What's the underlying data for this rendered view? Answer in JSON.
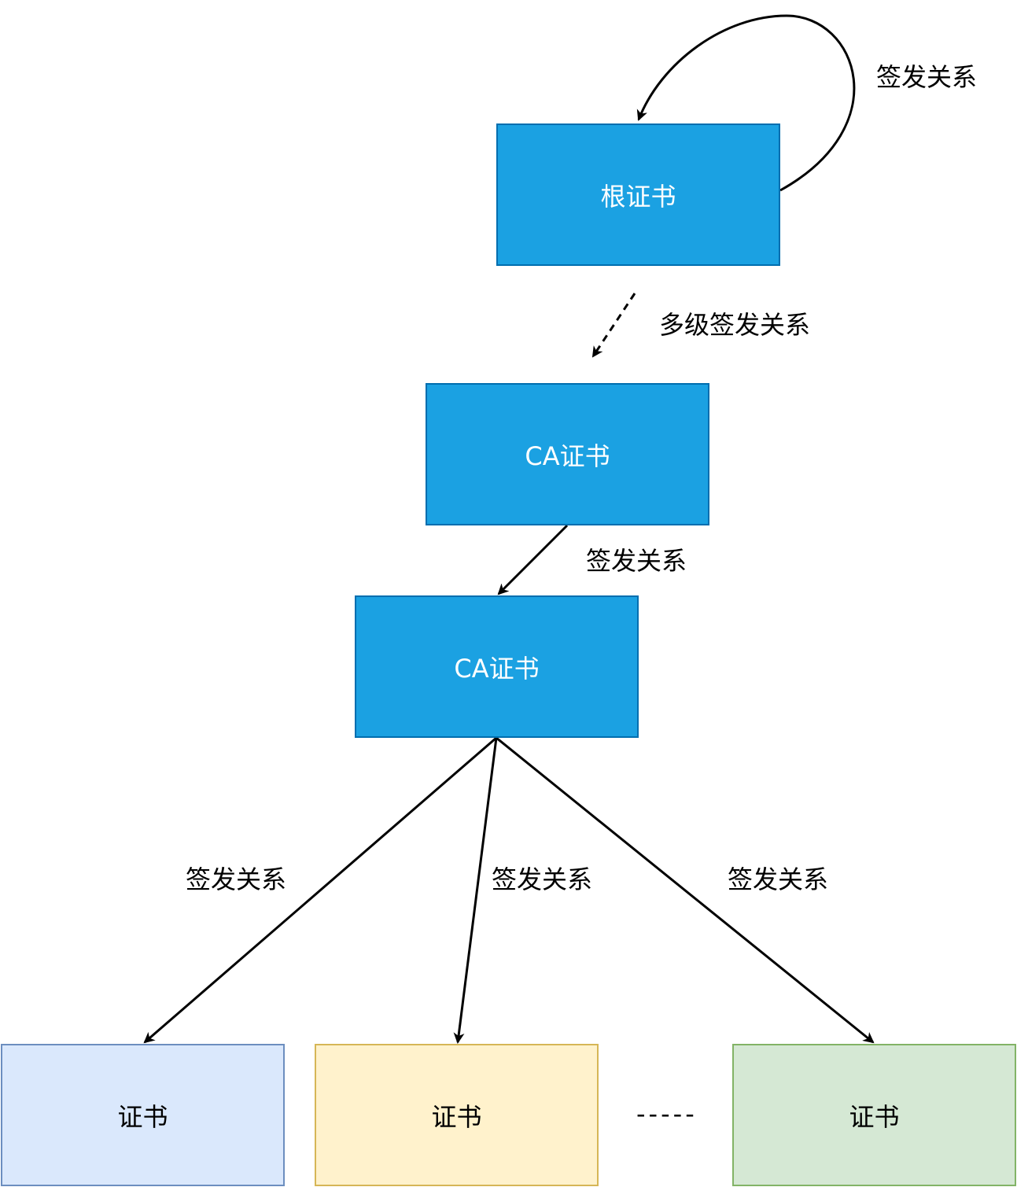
{
  "nodes": {
    "root": {
      "label": "根证书"
    },
    "ca_upper": {
      "label": "CA证书"
    },
    "ca_lower": {
      "label": "CA证书"
    },
    "leaf_1": {
      "label": "证书"
    },
    "leaf_2": {
      "label": "证书"
    },
    "leaf_3": {
      "label": "证书"
    }
  },
  "edges": {
    "self_sign": {
      "label": "签发关系"
    },
    "multi_level": {
      "label": "多级签发关系"
    },
    "ca_to_ca": {
      "label": "签发关系"
    },
    "ca_to_leaf_1": {
      "label": "签发关系"
    },
    "ca_to_leaf_2": {
      "label": "签发关系"
    },
    "ca_to_leaf_3": {
      "label": "签发关系"
    }
  },
  "ellipsis": "-----",
  "colors": {
    "ca_fill": "#1ba1e2",
    "ca_stroke": "#006eaf",
    "leaf_blue_fill": "#dae8fc",
    "leaf_yellow_fill": "#fff2cc",
    "leaf_green_fill": "#d5e8d4"
  }
}
